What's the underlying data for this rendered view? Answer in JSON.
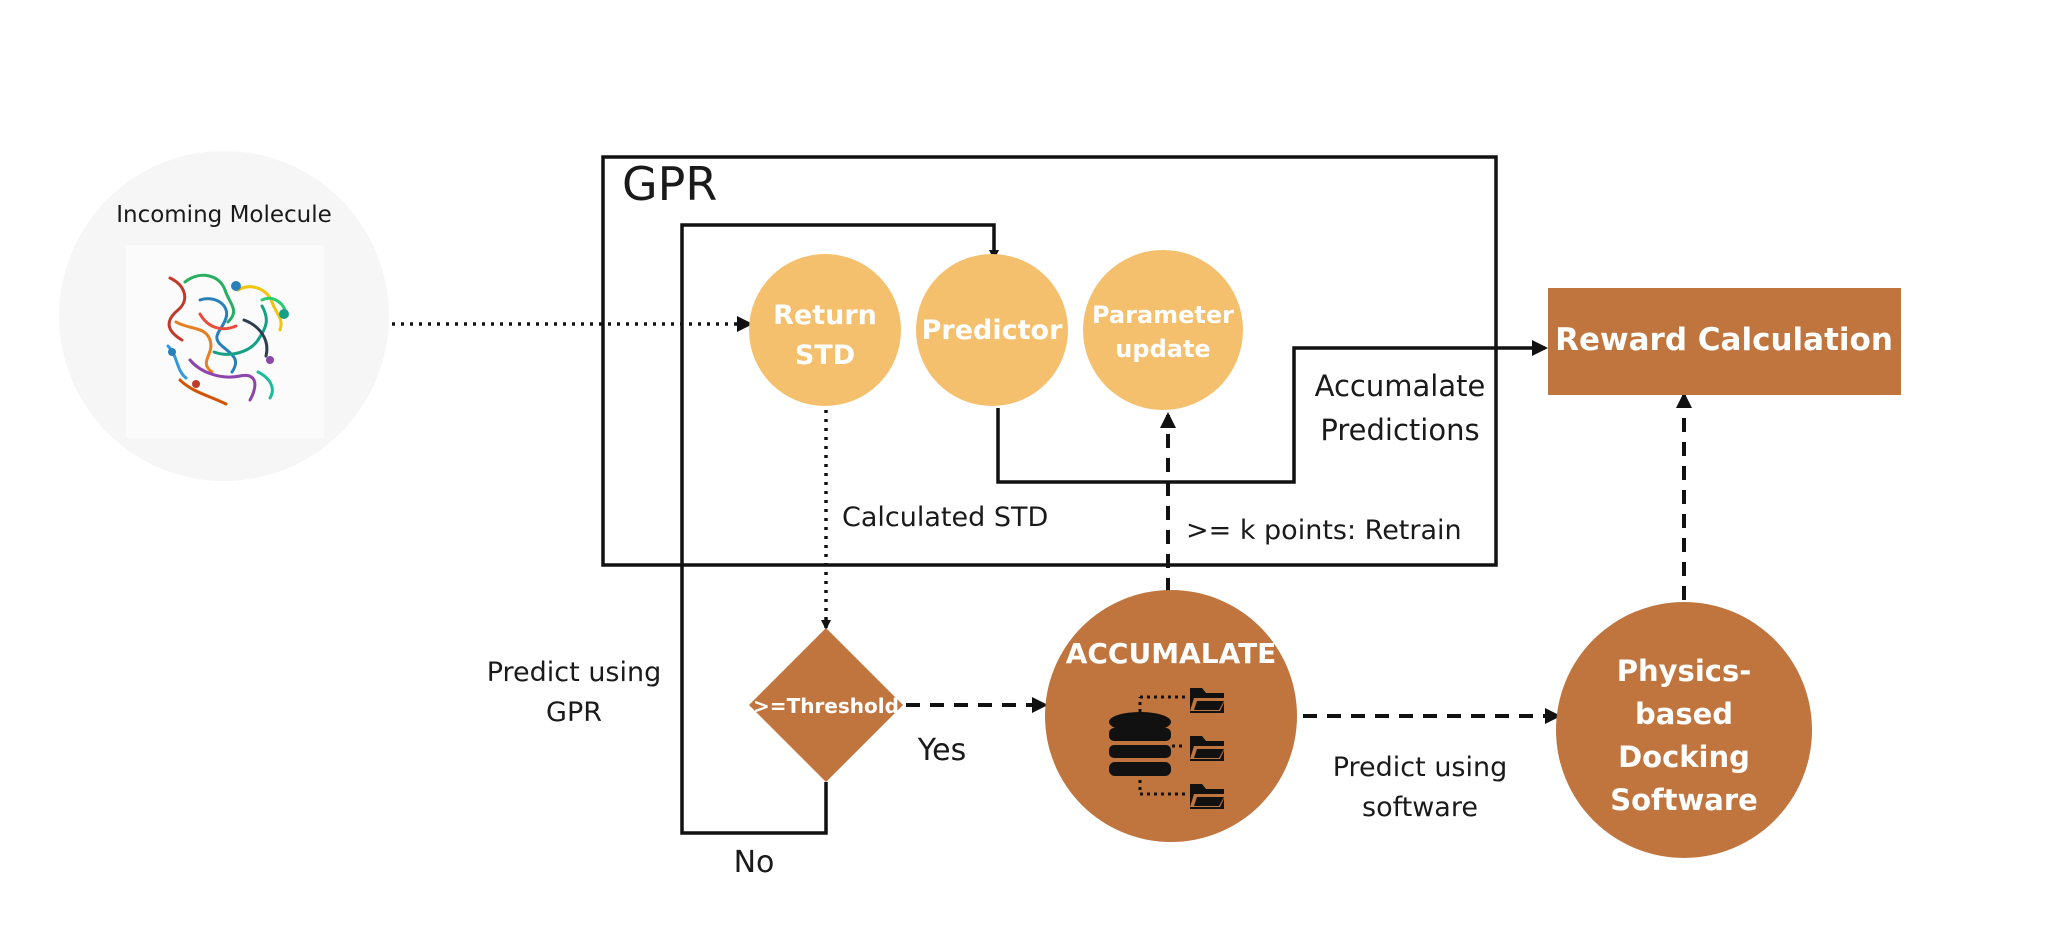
{
  "colors": {
    "light_node": "#f4c06d",
    "dark_node": "#c0753f",
    "molecule_bg": "#f6f6f6",
    "line": "#111111"
  },
  "molecule": {
    "label": "Incoming Molecule",
    "icon": "protein-structure-icon"
  },
  "gpr_box": {
    "title": "GPR"
  },
  "nodes": {
    "return_std": [
      "Return",
      "STD"
    ],
    "predictor": "Predictor",
    "parameter_update": [
      "Parameter",
      "update"
    ],
    "threshold": ">=Threshold",
    "accumulate": {
      "title": "ACCUMALATE",
      "icon": "database-folders-icon"
    },
    "docking": [
      "Physics-",
      "based",
      "Docking",
      "Software"
    ],
    "reward": "Reward Calculation"
  },
  "edge_labels": {
    "calculated_std": "Calculated STD",
    "accumulate_predictions": [
      "Accumalate",
      "Predictions"
    ],
    "retrain": ">= k points: Retrain",
    "predict_gpr": [
      "Predict using",
      "GPR"
    ],
    "yes": "Yes",
    "no": "No",
    "predict_software": [
      "Predict using",
      "software"
    ]
  }
}
